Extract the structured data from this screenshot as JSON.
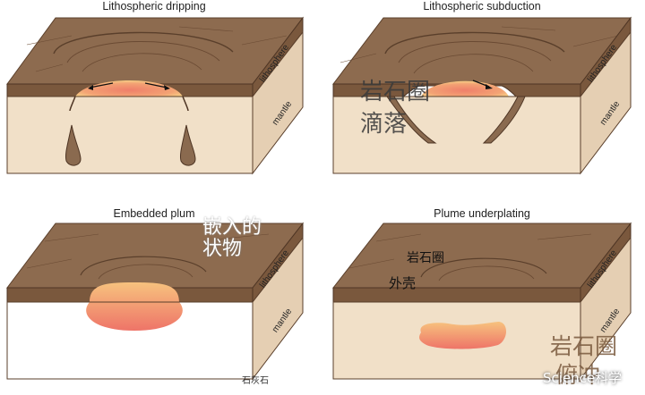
{
  "panels": [
    {
      "title": "Lithospheric dripping"
    },
    {
      "title": "Lithospheric subduction"
    },
    {
      "title": "Embedded plum"
    },
    {
      "title": "Plume underplating"
    }
  ],
  "side_labels": {
    "lithosphere": "lithosphere",
    "mantle": "mantle"
  },
  "overlays": {
    "tl_line1": "岩石圈",
    "tl_line2": "滴落",
    "bl_line1": "嵌入的",
    "bl_line2": "状物",
    "br_line1": "岩石圈",
    "br_line2": "外壳",
    "br_big1": "岩石圈",
    "br_big2": "俯冲",
    "bottom_small": "石灰石",
    "watermark": "Science科学"
  },
  "colors": {
    "top_surface": "#8b6a4e",
    "litho_side": "#7c5a3d",
    "mantle_side": "#e9d5bb",
    "mantle_front": "#f2e2cb",
    "hot_core": "#f08a6c",
    "hot_edge": "#f6c27a"
  }
}
